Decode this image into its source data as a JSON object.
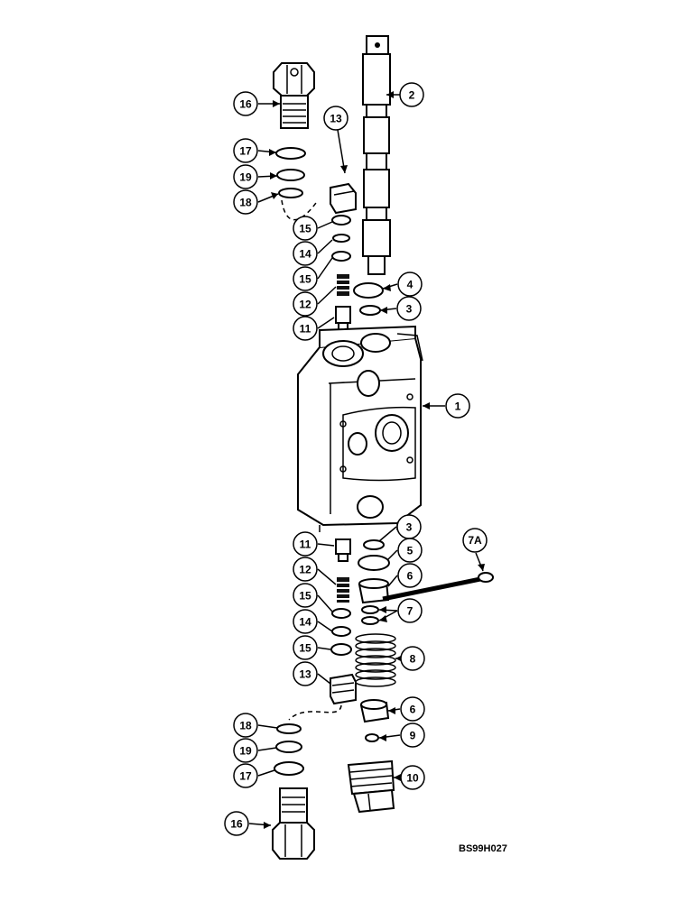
{
  "diagram": {
    "document_code": "BS99H027",
    "callouts": [
      {
        "id": "c16-top",
        "label": "16"
      },
      {
        "id": "c2",
        "label": "2"
      },
      {
        "id": "c13-top",
        "label": "13"
      },
      {
        "id": "c17-top",
        "label": "17"
      },
      {
        "id": "c19-top",
        "label": "19"
      },
      {
        "id": "c18-top",
        "label": "18"
      },
      {
        "id": "c15-a",
        "label": "15"
      },
      {
        "id": "c14-top",
        "label": "14"
      },
      {
        "id": "c15-b",
        "label": "15"
      },
      {
        "id": "c4",
        "label": "4"
      },
      {
        "id": "c12-top",
        "label": "12"
      },
      {
        "id": "c3-top",
        "label": "3"
      },
      {
        "id": "c11-top",
        "label": "11"
      },
      {
        "id": "c1",
        "label": "1"
      },
      {
        "id": "c3-bottom",
        "label": "3"
      },
      {
        "id": "c7a",
        "label": "7A"
      },
      {
        "id": "c11-bottom",
        "label": "11"
      },
      {
        "id": "c5",
        "label": "5"
      },
      {
        "id": "c12-bottom",
        "label": "12"
      },
      {
        "id": "c6-top",
        "label": "6"
      },
      {
        "id": "c15-c",
        "label": "15"
      },
      {
        "id": "c7",
        "label": "7"
      },
      {
        "id": "c14-bottom",
        "label": "14"
      },
      {
        "id": "c15-d",
        "label": "15"
      },
      {
        "id": "c8",
        "label": "8"
      },
      {
        "id": "c13-bottom",
        "label": "13"
      },
      {
        "id": "c6-bottom",
        "label": "6"
      },
      {
        "id": "c18-bottom",
        "label": "18"
      },
      {
        "id": "c9",
        "label": "9"
      },
      {
        "id": "c19-bottom",
        "label": "19"
      },
      {
        "id": "c17-bottom",
        "label": "17"
      },
      {
        "id": "c10",
        "label": "10"
      },
      {
        "id": "c16-bottom",
        "label": "16"
      }
    ]
  }
}
